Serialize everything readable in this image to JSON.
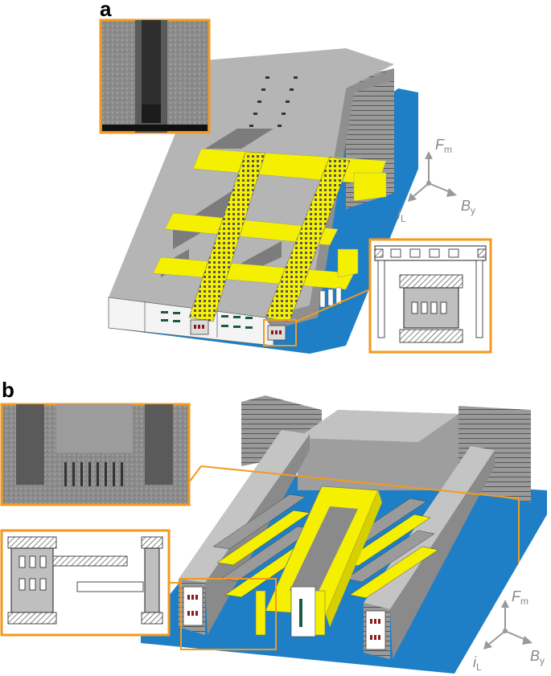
{
  "panels": [
    {
      "letter": "a",
      "axes": {
        "vertical": "F",
        "vertical_sub": "m",
        "horizontal": "B",
        "horizontal_sub": "y",
        "diagonal": "i",
        "diagonal_sub": "L"
      }
    },
    {
      "letter": "b",
      "axes": {
        "vertical": "F",
        "vertical_sub": "m",
        "horizontal": "B",
        "horizontal_sub": "y",
        "diagonal": "i",
        "diagonal_sub": "L"
      }
    }
  ],
  "colors": {
    "substrate": "#1e7fc6",
    "beam": "#f5f000",
    "structure": "#a8a8a8",
    "structure_dark": "#6d6d6d",
    "callout": "#f39a1e",
    "axis": "#999999"
  }
}
